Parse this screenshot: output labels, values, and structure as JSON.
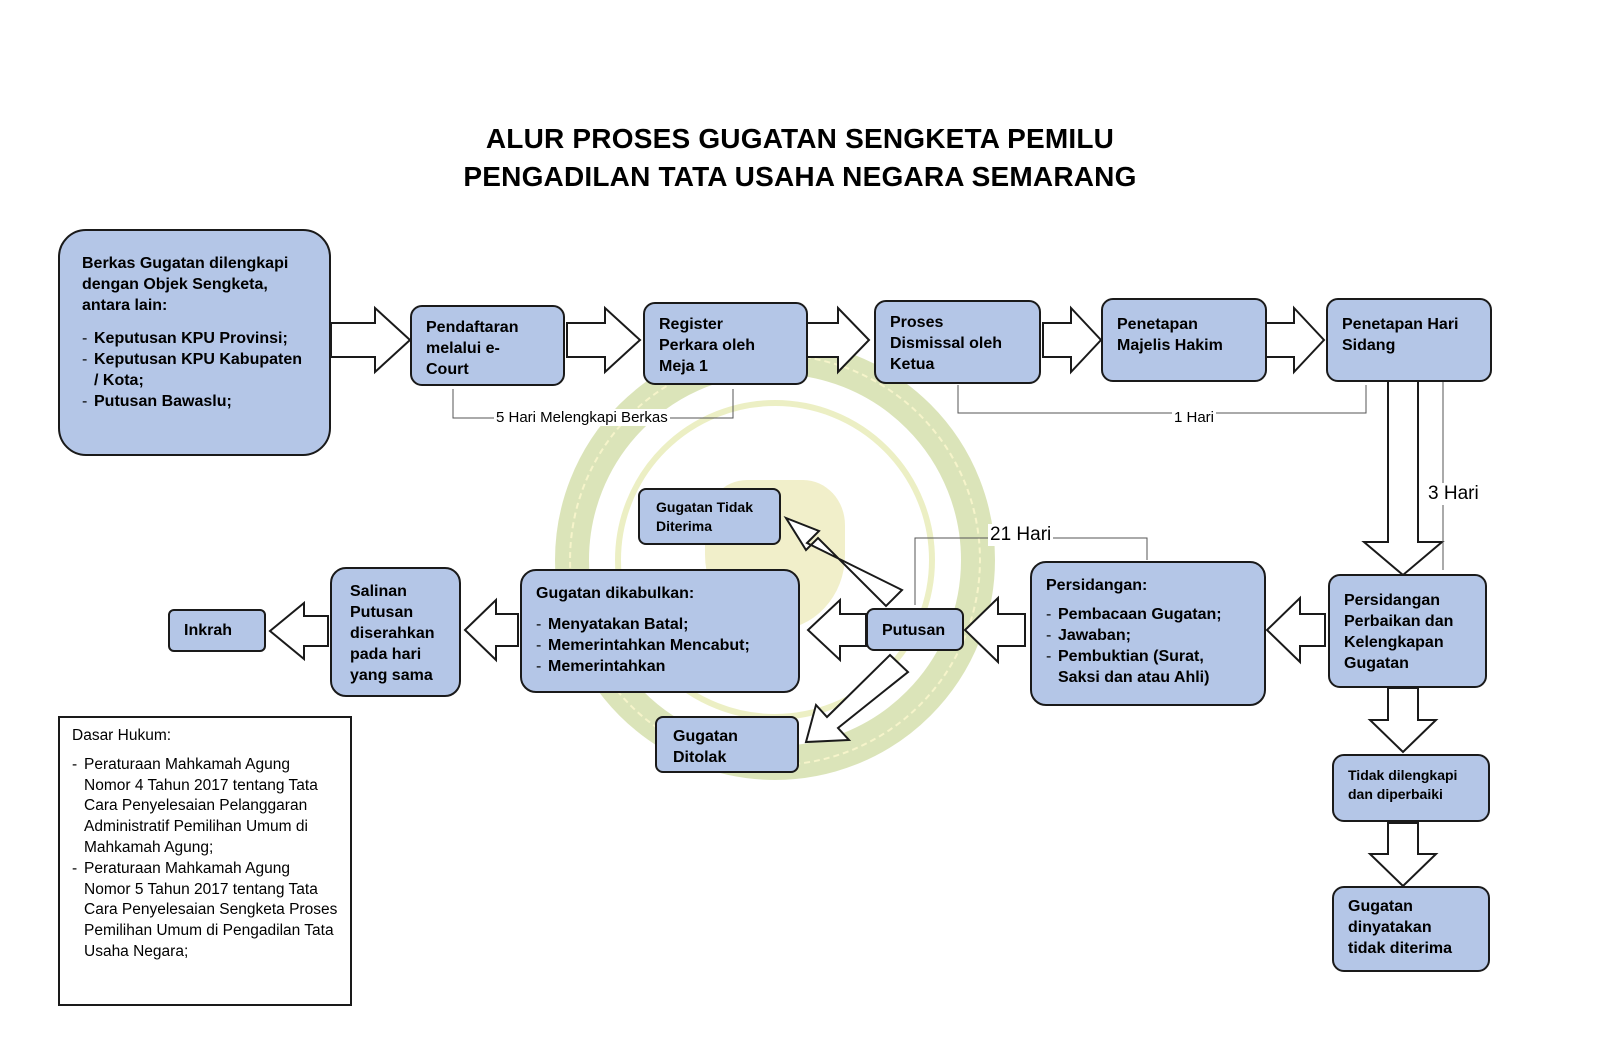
{
  "title": {
    "line1": "ALUR PROSES GUGATAN SENGKETA PEMILU",
    "line2": "PENGADILAN TATA USAHA NEGARA SEMARANG"
  },
  "nodes": {
    "berkas": {
      "heading": [
        "Berkas Gugatan dilengkapi",
        "dengan Objek Sengketa,",
        "antara lain:"
      ],
      "items": [
        "Keputusan KPU Provinsi;",
        "Keputusan KPU Kabupaten / Kota;",
        "Putusan Bawaslu;"
      ]
    },
    "pendaftaran": [
      "Pendaftaran",
      "melalui e-",
      "Court"
    ],
    "register": [
      "Register",
      "Perkara oleh",
      "Meja 1"
    ],
    "dismissal": [
      "Proses",
      "Dismissal oleh",
      "Ketua"
    ],
    "majelis": [
      "Penetapan",
      "Majelis Hakim"
    ],
    "hari_sidang": [
      "Penetapan Hari",
      "Sidang"
    ],
    "perbaikan": [
      "Persidangan",
      "Perbaikan dan",
      "Kelengkapan",
      "Gugatan"
    ],
    "tidak_dilengkapi": [
      "Tidak dilengkapi",
      "dan diperbaiki"
    ],
    "tidak_diterima_final": [
      "Gugatan",
      "dinyatakan",
      "tidak diterima"
    ],
    "persidangan": {
      "heading": "Persidangan:",
      "items": [
        "Pembacaan Gugatan;",
        "Jawaban;",
        "Pembuktian (Surat, Saksi dan atau Ahli)"
      ]
    },
    "putusan": "Putusan",
    "gugatan_tidak_diterima": [
      "Gugatan Tidak",
      "Diterima"
    ],
    "gugatan_ditolak": [
      "Gugatan",
      "Ditolak"
    ],
    "dikabulkan": {
      "heading": "Gugatan dikabulkan:",
      "items": [
        "Menyatakan Batal;",
        "Memerintahkan Mencabut;",
        "Memerintahkan"
      ]
    },
    "salinan": [
      "Salinan",
      "Putusan",
      "diserahkan",
      "pada hari",
      "yang sama"
    ],
    "inkrah": "Inkrah"
  },
  "durations": {
    "lengkapi": "5 Hari Melengkapi Berkas",
    "satu_hari": "1 Hari",
    "tiga_hari": "3 Hari",
    "dua_satu_hari": "21 Hari"
  },
  "legal": {
    "heading": "Dasar Hukum:",
    "items": [
      "Peraturaan Mahkamah Agung Nomor 4 Tahun 2017 tentang Tata Cara Penyelesaian Pelanggaran Administratif Pemilihan Umum di Mahkamah Agung;",
      "Peraturaan Mahkamah Agung Nomor 5 Tahun 2017 tentang Tata Cara Penyelesaian Sengketa Proses Pemilihan Umum di Pengadilan Tata Usaha Negara;"
    ]
  },
  "colors": {
    "box_fill": "#b4c6e7",
    "border": "#1a1a1a",
    "watermark": "#9bb53a"
  }
}
